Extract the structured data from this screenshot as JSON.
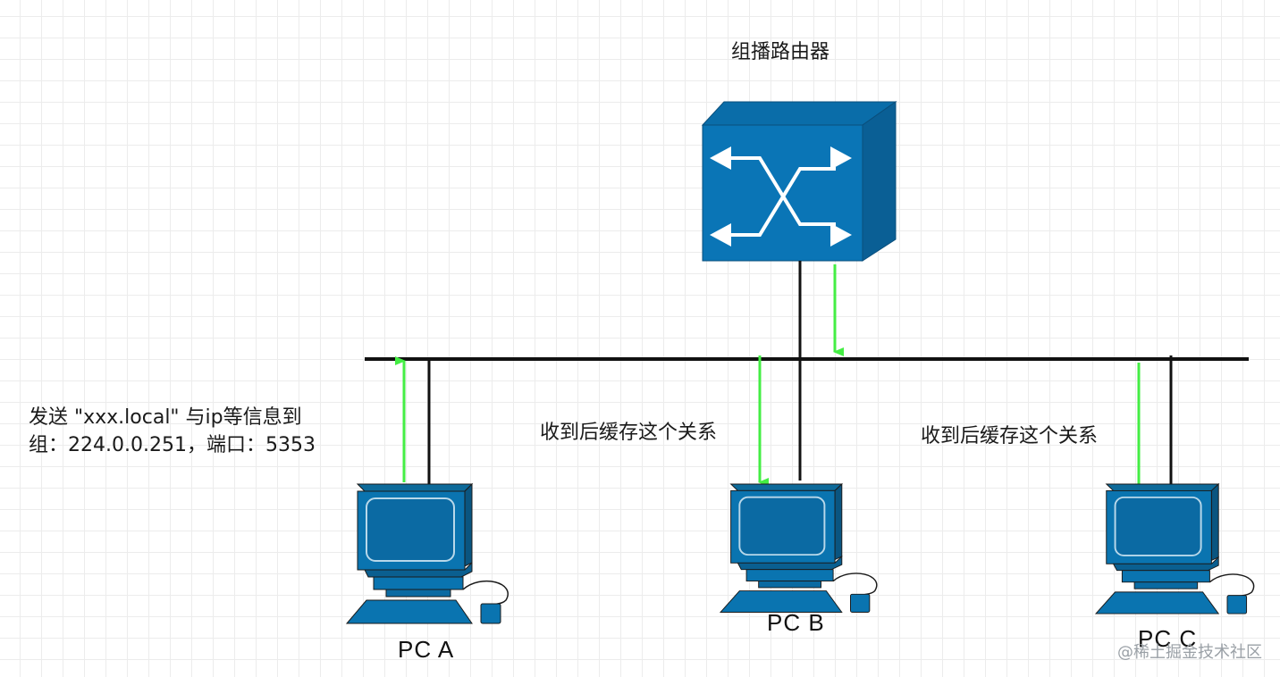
{
  "router": {
    "title": "组播路由器",
    "icon": "multicast-router-icon",
    "front_color": "#0a75b6",
    "top_color": "#0a6da9",
    "side_color": "#0a5f95"
  },
  "link_color": "#111111",
  "arrow_color": "#44ee44",
  "pcs": [
    {
      "label": "PC A",
      "icon": "desktop-computer-icon"
    },
    {
      "label": "PC B",
      "icon": "desktop-computer-icon"
    },
    {
      "label": "PC C",
      "icon": "desktop-computer-icon"
    }
  ],
  "annotations": {
    "pc_a_line1": "发送 \"xxx.local\" 与ip等信息到",
    "pc_a_line2": "组：224.0.0.251，端口：5353",
    "pc_b": "收到后缓存这个关系",
    "pc_c": "收到后缓存这个关系"
  },
  "watermark": "@稀土掘金技术社区"
}
